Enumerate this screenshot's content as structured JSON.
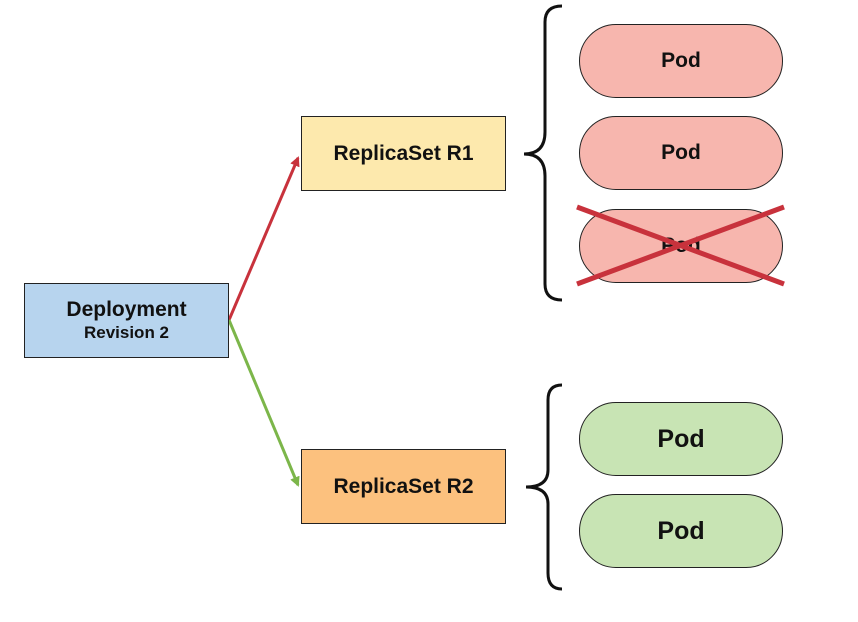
{
  "colors": {
    "deployment_fill": "#b7d4ee",
    "replicaset_r1_fill": "#fde9ad",
    "replicaset_r2_fill": "#fcc17e",
    "pod_old_fill": "#f7b6ae",
    "pod_new_fill": "#c8e4b4",
    "arrow_old": "#c8323c",
    "arrow_new": "#7cb64a",
    "cross": "#c8323c"
  },
  "deployment": {
    "title": "Deployment",
    "revision": "Revision 2"
  },
  "replicasets": [
    {
      "label": "ReplicaSet R1"
    },
    {
      "label": "ReplicaSet R2"
    }
  ],
  "pods_r1": [
    {
      "label": "Pod",
      "terminated": false
    },
    {
      "label": "Pod",
      "terminated": false
    },
    {
      "label": "Pod",
      "terminated": true
    }
  ],
  "pods_r2": [
    {
      "label": "Pod"
    },
    {
      "label": "Pod"
    }
  ]
}
